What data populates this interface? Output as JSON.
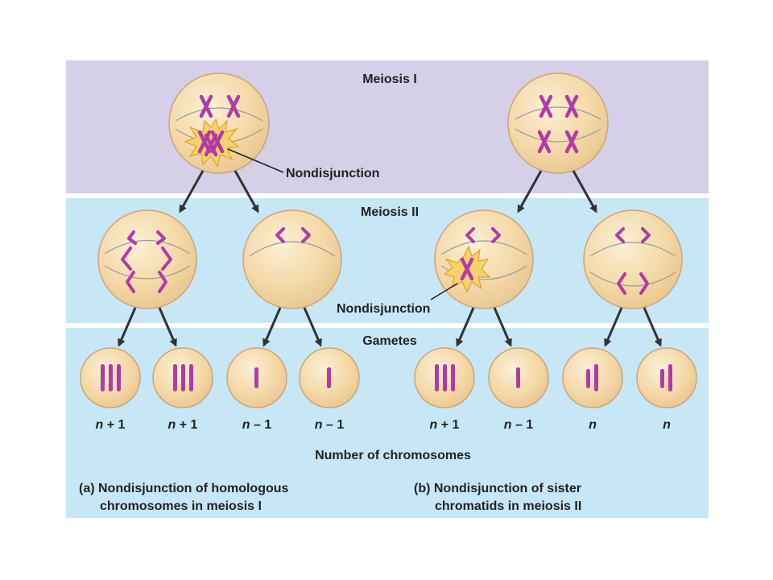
{
  "colors": {
    "meiosis1_band": "#d6cfe8",
    "meiosis2_band": "#c8e7f6",
    "gametes_band": "#c8e7f6",
    "cell_fill": "#f5d9a8",
    "cell_edge": "#c9a678",
    "chromosome": "#b23aa8",
    "burst": "#f7d26a",
    "arrow": "#333333"
  },
  "bands": {
    "meiosis1": "Meiosis I",
    "meiosis2": "Meiosis II",
    "gametes": "Gametes"
  },
  "callouts": {
    "nondisjunction_1": "Nondisjunction",
    "nondisjunction_2": "Nondisjunction"
  },
  "gametes": [
    {
      "n": "n",
      "suffix": " + 1"
    },
    {
      "n": "n",
      "suffix": " + 1"
    },
    {
      "n": "n",
      "suffix": " – 1"
    },
    {
      "n": "n",
      "suffix": " – 1"
    },
    {
      "n": "n",
      "suffix": " + 1"
    },
    {
      "n": "n",
      "suffix": " – 1"
    },
    {
      "n": "n",
      "suffix": ""
    },
    {
      "n": "n",
      "suffix": ""
    }
  ],
  "axis_caption": "Number of chromosomes",
  "captions": {
    "a_line1": "(a) Nondisjunction of homologous",
    "a_line2": "chromosomes in meiosis I",
    "b_line1": "(b) Nondisjunction of sister",
    "b_line2": "chromatids in meiosis II"
  }
}
